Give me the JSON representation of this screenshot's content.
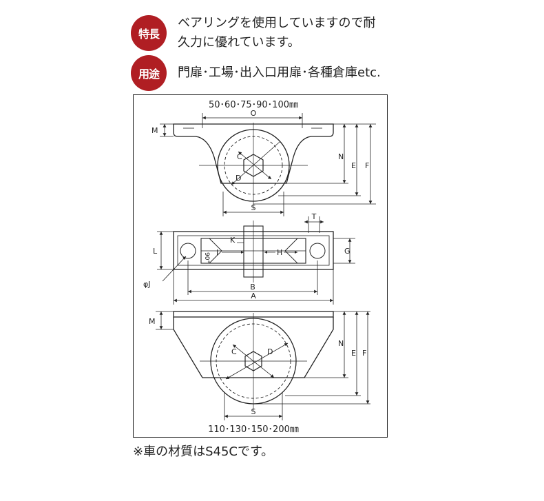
{
  "features": {
    "badge_label": "特長",
    "line1": "ベアリングを使用していますので耐",
    "line2": "久力に優れています。"
  },
  "usage": {
    "badge_label": "用途",
    "text": "門扉･工場･出入口用扉･各種倉庫etc."
  },
  "drawing": {
    "top_view": {
      "width_caption": "50･60･75･90･100㎜",
      "labels": {
        "o": "O",
        "m": "M",
        "n": "N",
        "e": "E",
        "f": "F",
        "c": "C",
        "d": "D",
        "s": "S"
      }
    },
    "plan_view": {
      "labels": {
        "t": "T",
        "l": "L",
        "g": "G",
        "k": "K",
        "i": "I",
        "h": "H",
        "angle": "90°",
        "phi_j": "φJ",
        "b": "B",
        "a": "A"
      }
    },
    "bottom_view": {
      "width_caption": "110･130･150･200㎜",
      "labels": {
        "m": "M",
        "n": "N",
        "e": "E",
        "f": "F",
        "c": "C",
        "d": "D",
        "s": "S"
      }
    }
  },
  "note": {
    "text": "※車の材質はS45Cです。"
  }
}
